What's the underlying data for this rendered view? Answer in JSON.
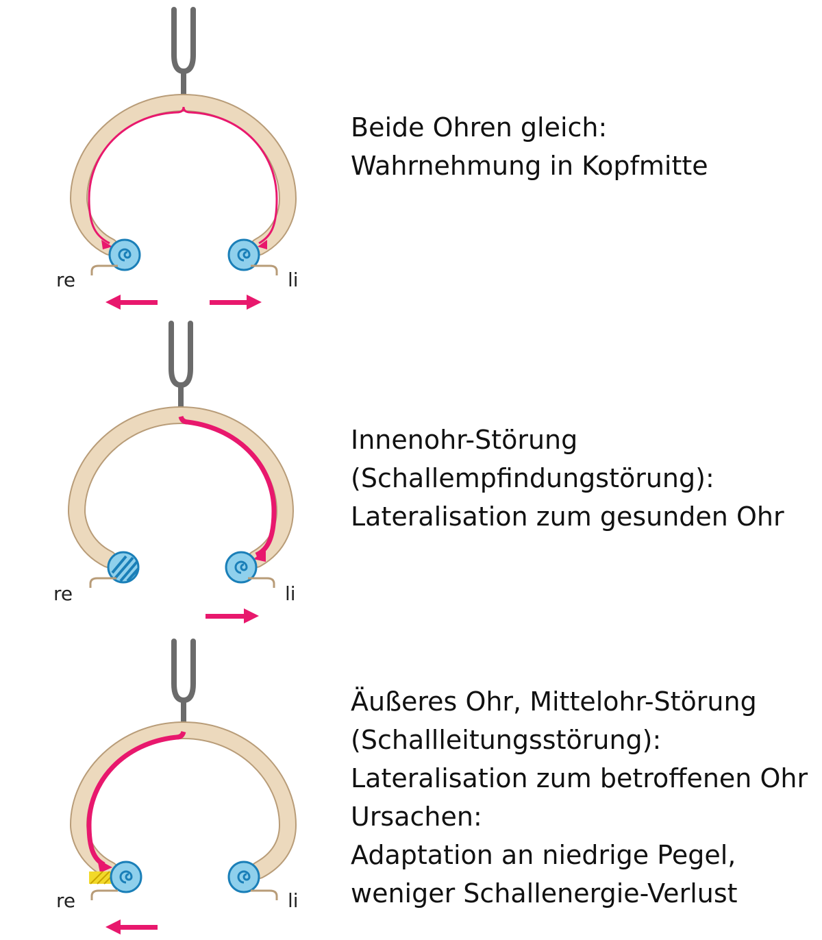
{
  "colors": {
    "skull": "#ecd9bd",
    "skull_outline": "#b89c78",
    "sound_path": "#e8186d",
    "cochlea": "#8fd0ec",
    "cochlea_outline": "#1a7fb8",
    "fork": "#6b6b6b",
    "conduction_block": "#f2d92a"
  },
  "panels": [
    {
      "label_right": "re",
      "label_left": "li",
      "caption": [
        "Beide Ohren gleich:",
        "Wahrnehmung in Kopfmitte"
      ]
    },
    {
      "label_right": "re",
      "label_left": "li",
      "caption": [
        "Innenohr-Störung",
        "(Schallempfindungstörung):",
        "Lateralisation zum gesunden Ohr"
      ]
    },
    {
      "label_right": "re",
      "label_left": "li",
      "caption": [
        "Äußeres Ohr, Mittelohr-Störung",
        "(Schallleitungsstörung):",
        "Lateralisation zum betroffenen Ohr",
        "Ursachen:",
        "Adaptation an niedrige Pegel,",
        "weniger Schallenergie-Verlust"
      ]
    }
  ]
}
